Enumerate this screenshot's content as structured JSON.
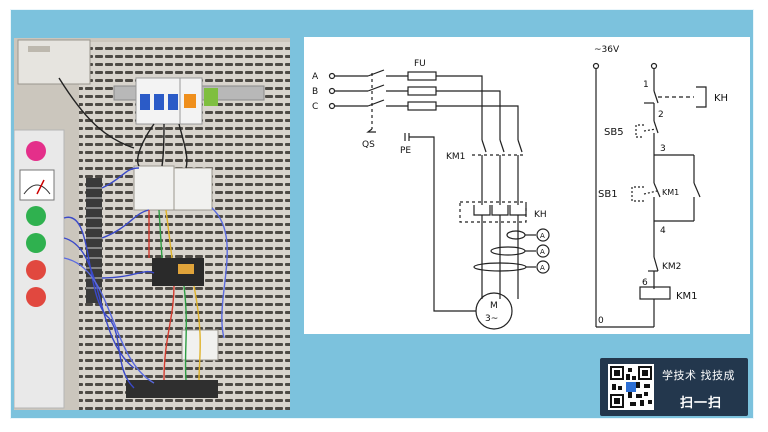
{
  "power_circuit": {
    "phases": [
      "A",
      "B",
      "C"
    ],
    "fuse": "FU",
    "isolator": "QS",
    "ground": "PE",
    "contactor": "KM1",
    "overload": "KH",
    "current_meter": "A",
    "motor_top": "M",
    "motor_bottom": "3~"
  },
  "control_circuit": {
    "supply": "~36V",
    "nodes": [
      "1",
      "2",
      "3",
      "4",
      "6",
      "0"
    ],
    "overload_contact": "KH",
    "stop_button": "SB5",
    "start_button": "SB1",
    "hold_contact": "KM1",
    "interlock": "KM2",
    "coil": "KM1"
  },
  "qr_panel": {
    "line1": "学技术 找技成",
    "line2": "扫一扫"
  },
  "colors": {
    "frame": "#7cc2dd",
    "panel": "#23374d",
    "wire": "#222222"
  }
}
